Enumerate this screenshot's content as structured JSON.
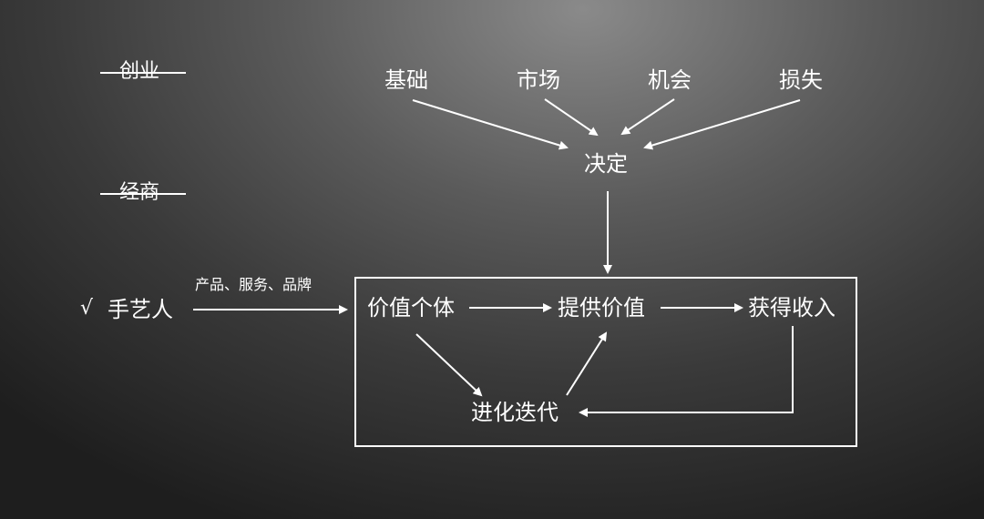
{
  "diagram": {
    "factors": {
      "jichu": "基础",
      "shichang": "市场",
      "jihui": "机会",
      "sunshi": "损失"
    },
    "decision": "决定",
    "rejected": {
      "chuangye": "创业",
      "jingshang": "经商"
    },
    "chosen": {
      "check": "√",
      "label": "手艺人"
    },
    "offer_label": "产品、服务、品牌",
    "loop": {
      "value_individual": "价值个体",
      "provide_value": "提供价值",
      "earn_income": "获得收入",
      "evolve_iterate": "进化迭代"
    },
    "colors": {
      "line": "#ffffff",
      "text": "#ffffff"
    }
  }
}
